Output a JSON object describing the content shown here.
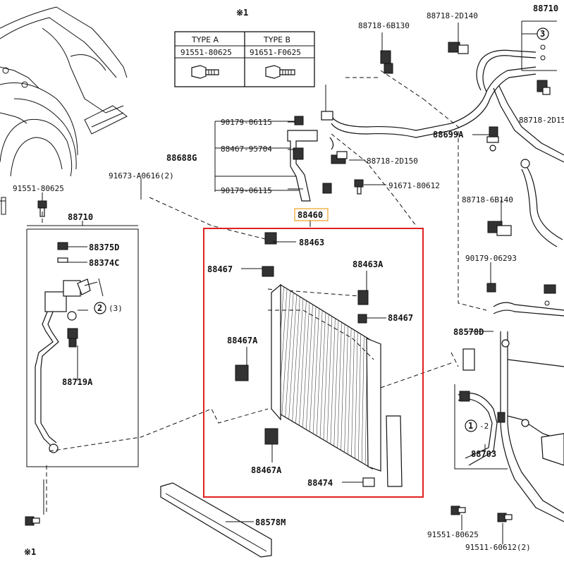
{
  "note_mark": "※1",
  "table": {
    "headers": [
      "TYPE A",
      "TYPE B"
    ],
    "parts": [
      "91551-80625",
      "91651-F0625"
    ]
  },
  "labels": {
    "p88710_top": "88710",
    "p88718_6b130": "88718-6B130",
    "p88718_2d140": "88718-2D140",
    "p88718_2d150_right": "88718-2D15",
    "p88699a": "88699A",
    "p90179_06115_a": "90179-06115",
    "p88467_95704": "88467-95704",
    "p90179_06115_b": "90179-06115",
    "p88688g": "88688G",
    "p88718_2d150": "88718-2D150",
    "p91671_80612": "91671-80612",
    "p91673_a0616": "91673-A0616(2)",
    "p91551_80625_left": "91551-80625",
    "p88710_left": "88710",
    "p88375d": "88375D",
    "p88374c": "88374C",
    "p88719a": "88719A",
    "p88460": "88460",
    "p88463": "88463",
    "p88467_left": "88467",
    "p88463a": "88463A",
    "p88467_right": "88467",
    "p88467a_mid": "88467A",
    "p88467a_low": "88467A",
    "p88474": "88474",
    "p88718_6b140": "88718-6B140",
    "p90179_06293": "90179-06293",
    "p88578d": "88578D",
    "p88703": "88703",
    "p88578m": "88578M",
    "p91551_80625_right": "91551-80625",
    "p91511_60612": "91511-60612(2)",
    "bottom_note": "※1",
    "circle2": "2",
    "circle2_qty": "(3)",
    "circle1": "1",
    "circle1_qty": "-2",
    "circle3": "3"
  },
  "colors": {
    "highlight_frame": "#e02020",
    "label_box": "#f0a020",
    "ink": "#111111"
  },
  "icons": [
    "bolt-icon",
    "clip-icon",
    "bracket-icon",
    "valve-icon",
    "nut-icon"
  ]
}
